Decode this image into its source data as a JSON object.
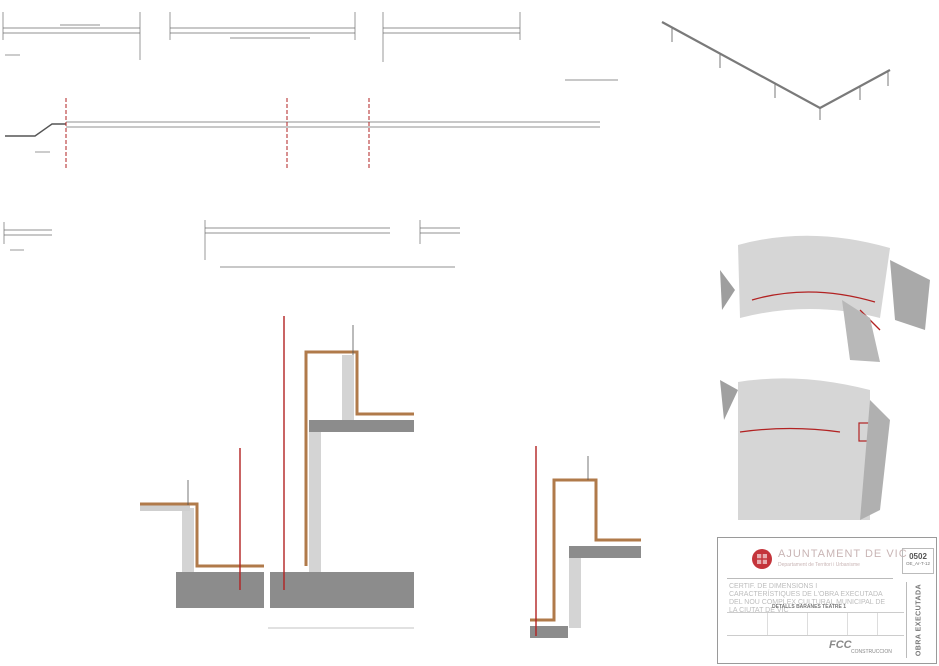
{
  "title_block": {
    "organization": "AJUNTAMENT DE VIC",
    "department": "Departament de Territori i Urbanisme",
    "project": "CERTIF. DE DIMENSIONS I CARACTERÍSTIQUES DE L'OBRA EXECUTADA DEL NOU COMPLEX CULTURAL MUNICIPAL DE LA CIUTAT DE VIC",
    "drawing_title": "DETALLS BARANES TEATRE 1",
    "sheet_number": "0502",
    "sheet_code": "OE_Ar-T-12",
    "status": "OBRA EXECUTADA",
    "contractor": "FCC",
    "contractor_division": "CONSTRUCCION"
  },
  "colors": {
    "red_line": "#b22222",
    "railing_wood": "#b07a4a",
    "concrete": "#8c8c8c",
    "light_concrete": "#d4d4d4"
  }
}
